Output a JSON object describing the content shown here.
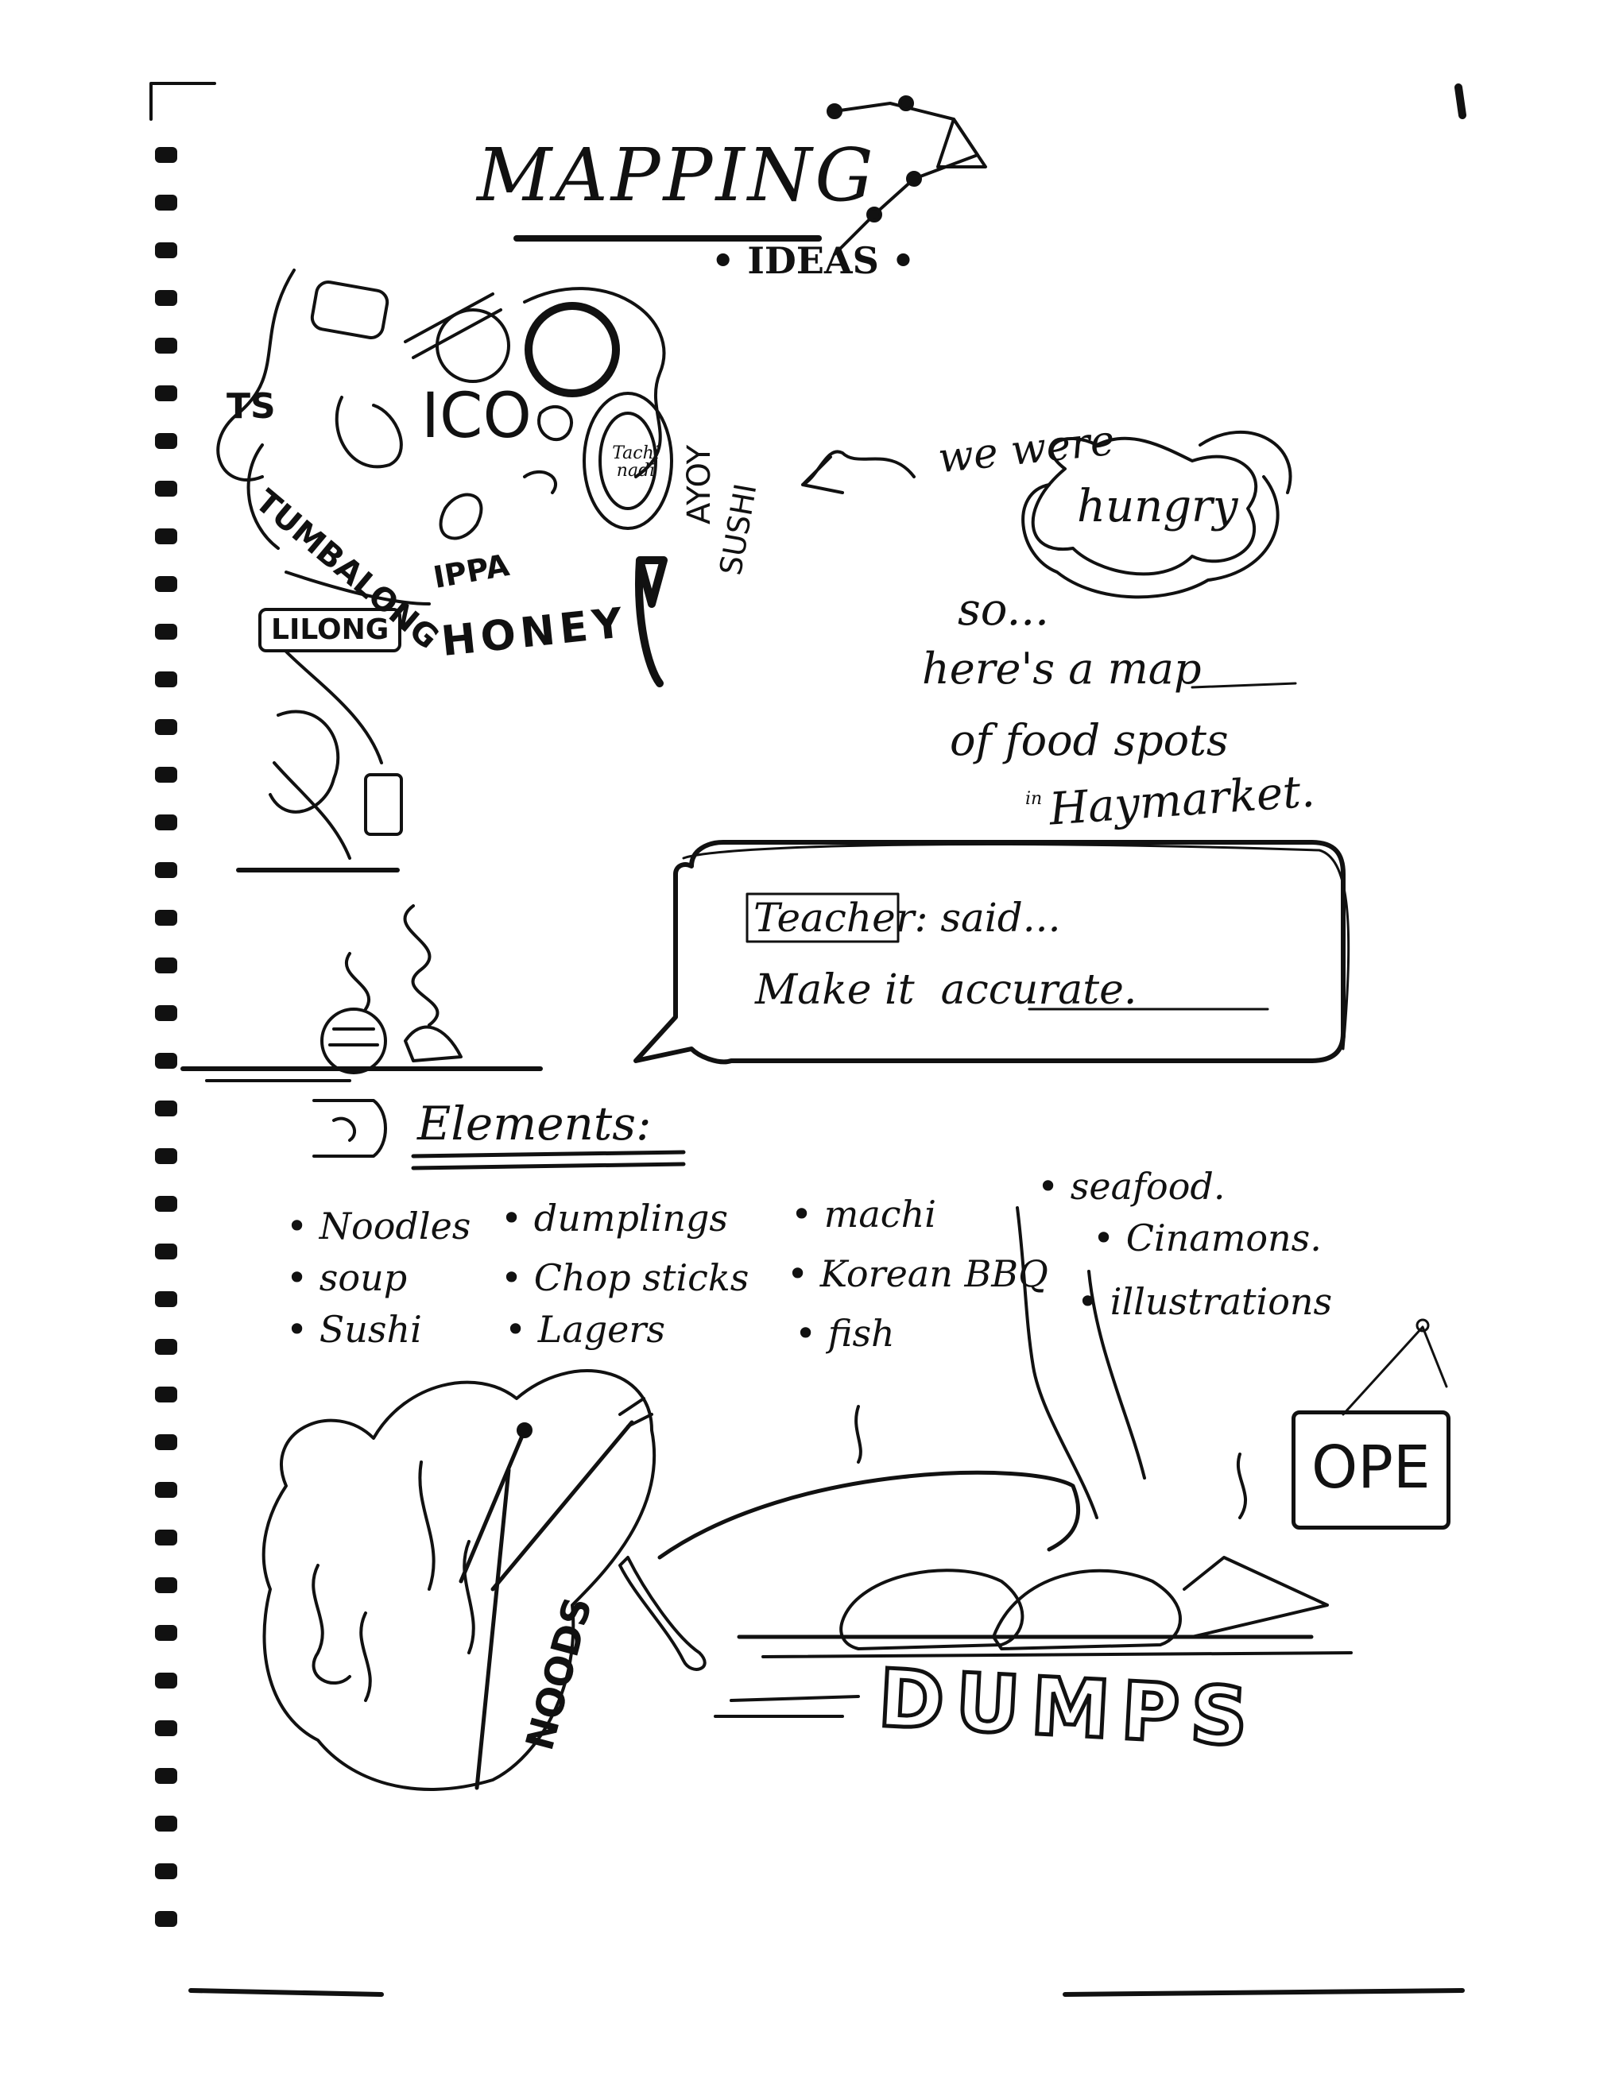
{
  "title": "MAPPING",
  "subtitle": "• IDEAS •",
  "collage_labels": {
    "ts": "TS",
    "tumbalong": "TUMBALONG",
    "lilong": "LILONG",
    "icon_word": "ICO",
    "honey": "HONEY",
    "ippa": "IPPA",
    "yayoi": "AYOY",
    "sushi": "SUSHI",
    "tachi": "Tachi nadi"
  },
  "note": {
    "line1": "we were",
    "line2": "hungry",
    "line3": "so...",
    "line4_prefix": "here's a",
    "line4_emph": "map",
    "line5": "of food spots",
    "line6_prefix": "in",
    "line6": "Haymarket."
  },
  "speech": {
    "speaker": "Teacher",
    "line1_rest": ": said...",
    "line2_prefix": "Make it",
    "line2_emph": "accurate."
  },
  "elements": {
    "heading": "Elements:",
    "col1": [
      "Noodles",
      "soup",
      "Sushi"
    ],
    "col2": [
      "dumplings",
      "Chop sticks",
      "Lagers"
    ],
    "col3": [
      "machi",
      "Korean BBQ",
      "fish"
    ],
    "col4": [
      "seafood.",
      "Cinamons.",
      "illustrations"
    ]
  },
  "drawings": {
    "noods": "NOODS",
    "dumps": "DUMPS",
    "open": "OPE"
  }
}
